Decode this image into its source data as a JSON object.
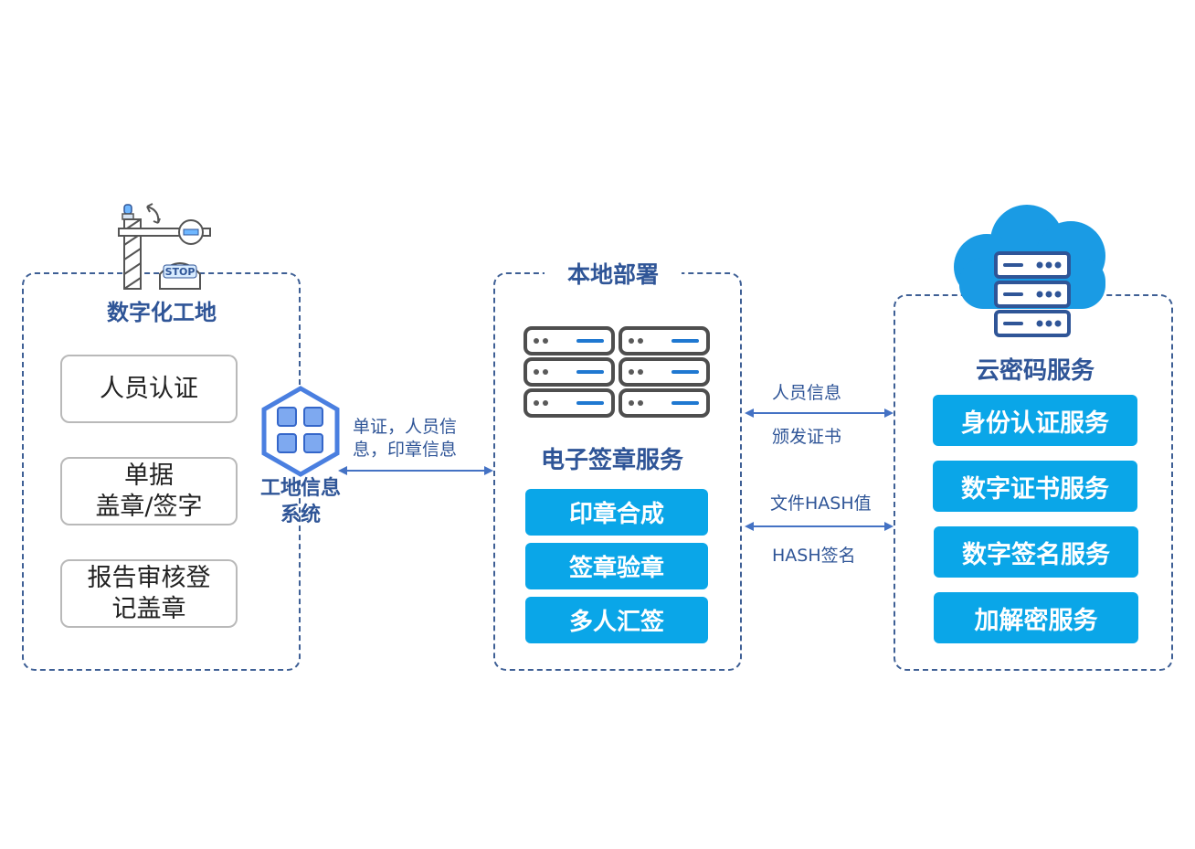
{
  "left": {
    "title": "数字化工地",
    "items": [
      "人员认证",
      "单据\n盖章/签字",
      "报告审核登\n记盖章"
    ],
    "stop_sign": "STOP"
  },
  "system": {
    "label": "工地信息\n系统"
  },
  "arrow1": {
    "label": "单证，人员信\n息，印章信息"
  },
  "middle": {
    "title": "本地部署",
    "service_title": "电子签章服务",
    "buttons": [
      "印章合成",
      "签章验章",
      "多人汇签"
    ]
  },
  "arrow2": {
    "top_label": "人员信息",
    "bottom_label": "颁发证书"
  },
  "arrow3": {
    "top_label": "文件HASH值",
    "bottom_label": "HASH签名"
  },
  "right": {
    "title": "云密码服务",
    "buttons": [
      "身份认证服务",
      "数字证书服务",
      "数字签名服务",
      "加解密服务"
    ]
  },
  "colors": {
    "dark_blue": "#2f5597",
    "accent_blue": "#0aa6e8",
    "border_grey": "#b9b9b9"
  },
  "icons": [
    "barrier-gate-icon",
    "hexagon-grid-icon",
    "server-rack-icon",
    "cloud-server-icon"
  ]
}
